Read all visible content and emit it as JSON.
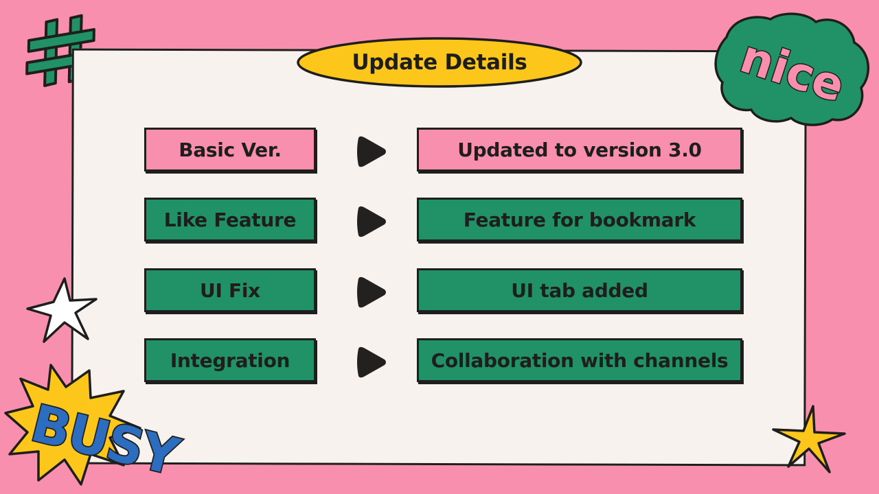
{
  "title": "Update Details",
  "rows": [
    {
      "left": "Basic Ver.",
      "right": "Updated to version 3.0",
      "color": "pink"
    },
    {
      "left": "Like Feature",
      "right": "Feature for bookmark",
      "color": "green"
    },
    {
      "left": "UI Fix",
      "right": "UI tab added",
      "color": "green"
    },
    {
      "left": "Integration",
      "right": "Collaboration with channels",
      "color": "green"
    }
  ],
  "stickers": {
    "nice": "nice",
    "busy": "BUSY",
    "hash": "#"
  },
  "colors": {
    "background": "#f98fae",
    "card": "#f8f2ee",
    "pink": "#f98fae",
    "green": "#219167",
    "yellow": "#fcc71a",
    "blue": "#2d6dbf",
    "outline": "#1e1e1e"
  }
}
